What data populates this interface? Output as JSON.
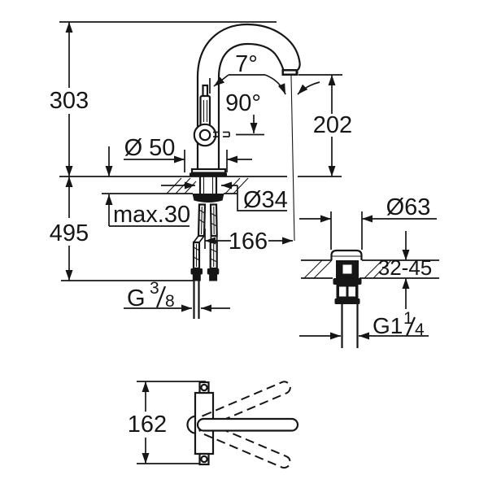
{
  "colors": {
    "ink": "#161616",
    "background": "#ffffff"
  },
  "front_view": {
    "dim_height_above_deck": "303",
    "dim_overall_height": "495",
    "dim_max_deck_thickness": "max.30",
    "dim_base_diameter": "Ø 50",
    "dim_shank_diameter": "Ø34",
    "dim_outlet_height": "202",
    "dim_projection": "166",
    "dim_spout_tilt_angle": "7°",
    "dim_handle_swing_angle": "90°",
    "supply_thread": {
      "prefix": "G",
      "numerator": "3",
      "denominator": "8"
    }
  },
  "drain_view": {
    "dim_flange_diameter": "Ø63",
    "dim_deck_thickness_range": "32-45",
    "waste_thread": {
      "prefix": "G1",
      "numerator": "1",
      "denominator": "4"
    }
  },
  "top_view": {
    "dim_handle_clearance": "162"
  }
}
